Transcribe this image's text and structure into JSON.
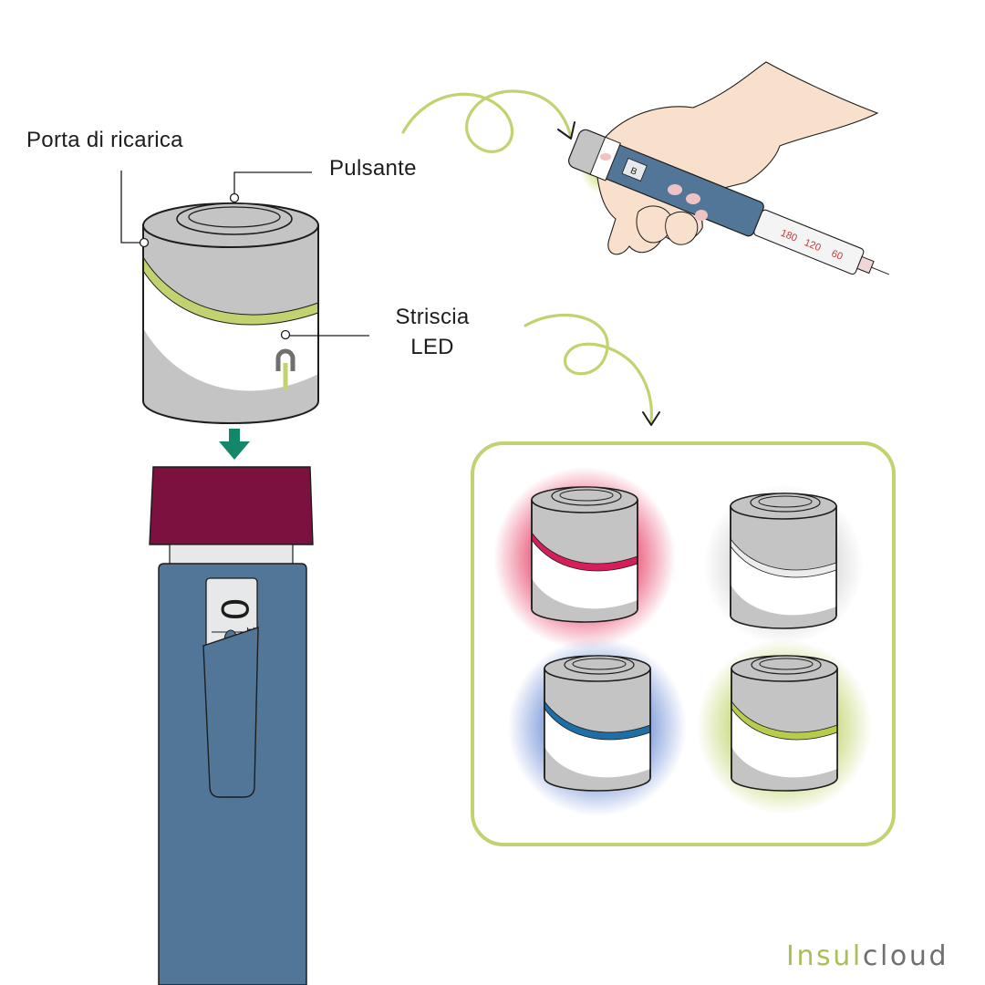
{
  "labels": {
    "charging_port": "Porta di ricarica",
    "button": "Pulsante",
    "led_strip_line1": "Striscia",
    "led_strip_line2": "LED"
  },
  "pen_display": {
    "dose_window_number": "0",
    "dose_window_small": "1",
    "scale_marks": [
      "60",
      "120",
      "180",
      "B"
    ]
  },
  "brand": {
    "part1": "Insul",
    "part2": "cloud"
  },
  "colors": {
    "accent_green": "#c3d271",
    "brand_green": "#a8bf5a",
    "brand_gray": "#6f6f6f",
    "cap_gray": "#c4c4c4",
    "cap_outline": "#1d1d1b",
    "pen_blue": "#527698",
    "pen_cap_maroon": "#7c103e",
    "arrow_teal": "#14876a",
    "led_red": "#d61f5a",
    "led_blue": "#1e6fa8",
    "led_white": "#f2f2f2",
    "led_green": "#b7cc4a"
  },
  "led_variants": [
    {
      "name": "red",
      "color": "#d61f5a",
      "glow": "#e84a6e"
    },
    {
      "name": "white",
      "color": "#ececec",
      "glow": "#cfcfcf"
    },
    {
      "name": "blue",
      "color": "#1e6fa8",
      "glow": "#6f8fd6"
    },
    {
      "name": "green",
      "color": "#b7cc4a",
      "glow": "#bfd46a"
    }
  ]
}
